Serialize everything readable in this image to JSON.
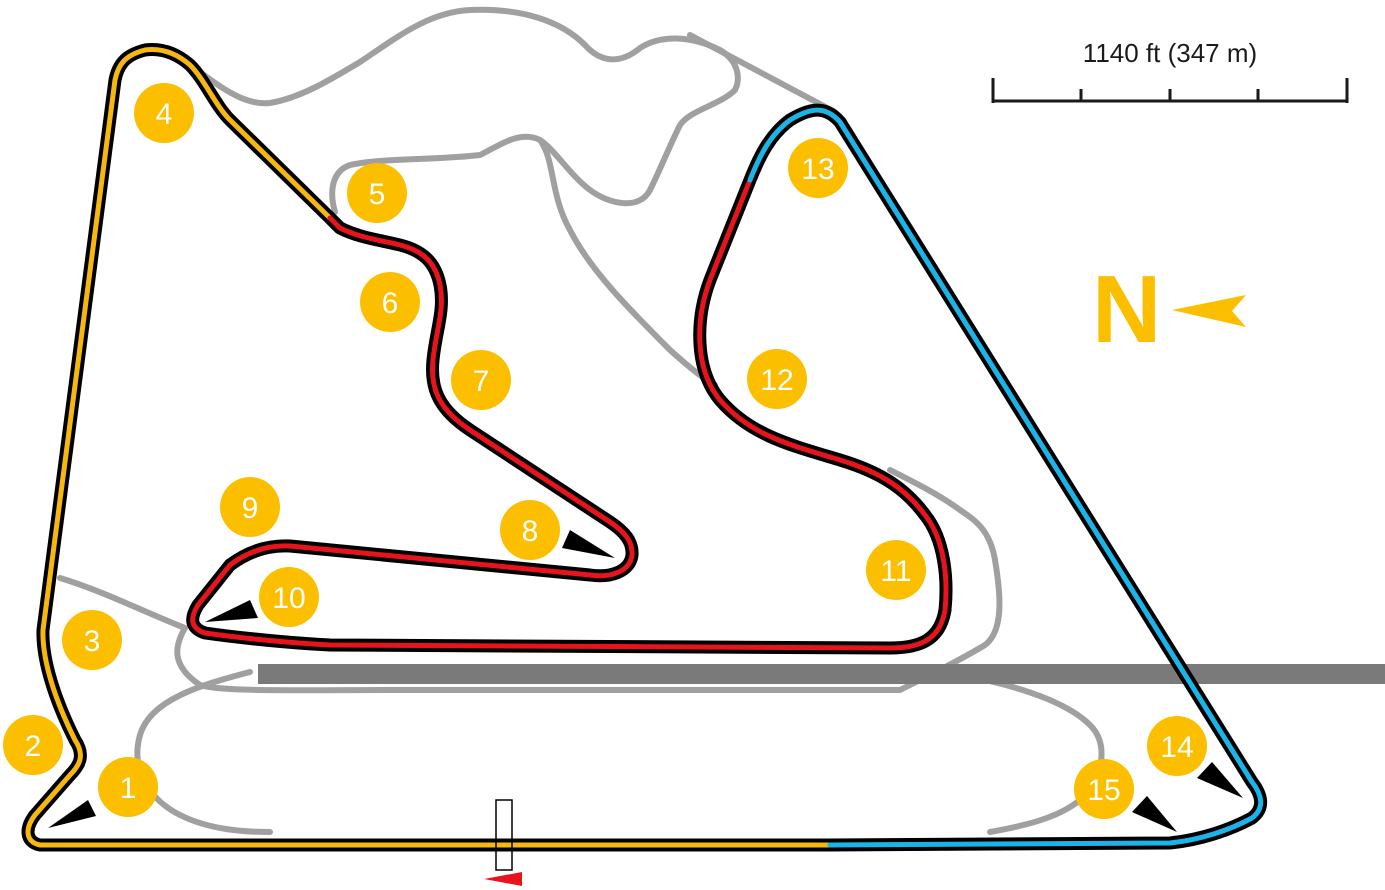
{
  "map": {
    "scale": {
      "label": "1140 ft (347 m)"
    },
    "north": {
      "label": "N"
    },
    "colors": {
      "sector1": "#f6b70f",
      "sector2": "#e8141c",
      "sector3": "#1ab4e8",
      "outline": "#000000",
      "unused_layout": "#a0a0a0",
      "pit_lane": "#7a7a7a",
      "turn_badge": "#fbbf00",
      "start_flag": "#e8141c"
    },
    "turns": [
      "1",
      "2",
      "3",
      "4",
      "5",
      "6",
      "7",
      "8",
      "9",
      "10",
      "11",
      "12",
      "13",
      "14",
      "15"
    ]
  }
}
